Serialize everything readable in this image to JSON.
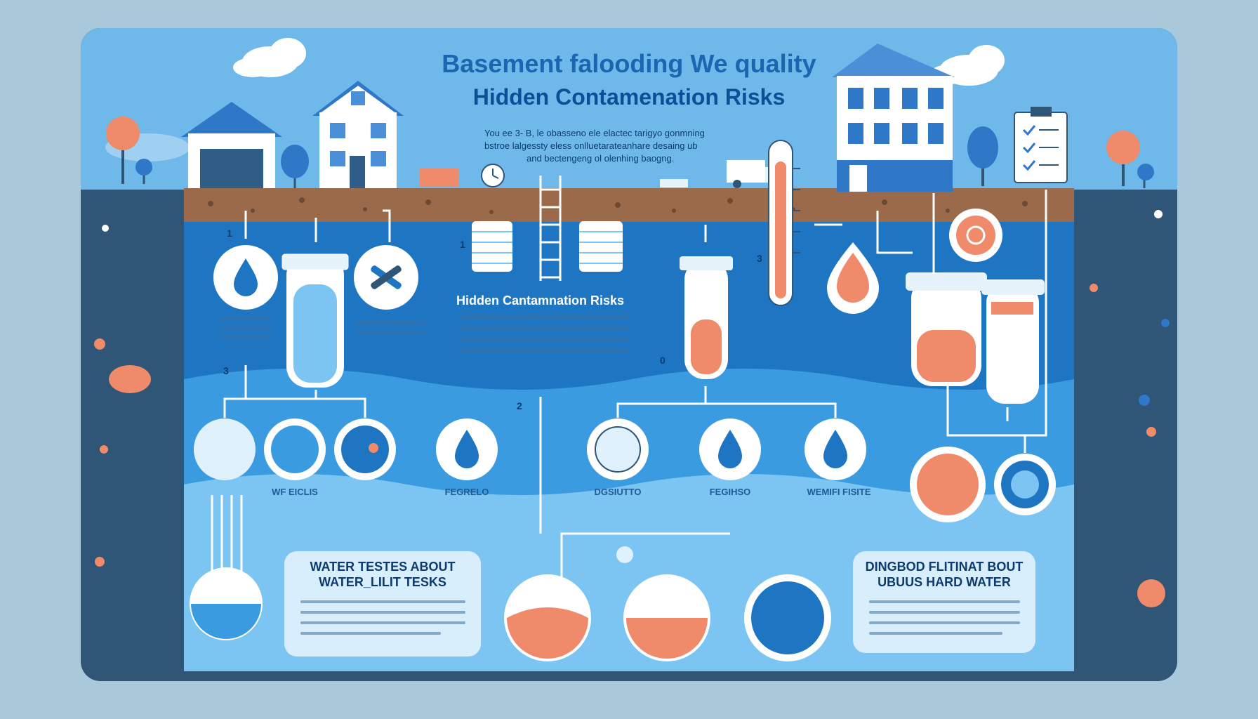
{
  "header": {
    "title_line1": "Basement falooding We quality",
    "title_line2": "Hidden Contamenation Risks",
    "intro_line1": "You ee 3- B, le obasseno ele elactec tarigyo gonmning",
    "intro_line2": "bstroe lalgessty eless onlluetarateanhare desaing ub",
    "intro_line3": "and bectengeng ol olenhing baogng."
  },
  "middle": {
    "subtitle": "Hidden Cantamnation Risks"
  },
  "labels": {
    "l1": "WF EICLIS",
    "l2": "FEGRELO",
    "l3": "DGSIUTTO",
    "l4": "FEGIHSO",
    "l5": "WEMIFI FISITE"
  },
  "steps": {
    "s1": "1",
    "s2": "1",
    "s3": "3",
    "s4": "3",
    "s5": "2",
    "s6": "0"
  },
  "boxes": {
    "left_title_line1": "WATER TESTES ABOUT",
    "left_title_line2": "WATER_LILIT TESKS",
    "right_title_line1": "DINGBOD FLITINAT BOUT",
    "right_title_line2": "UBUUS HARD WATER"
  },
  "colors": {
    "frame": "#2f5577",
    "sky": "#6fb9ea",
    "water_dark": "#1e76c3",
    "water_mid": "#3b9be0",
    "water_light": "#7cc4f1",
    "soil": "#9a6a4b",
    "accent_orange": "#ef8a6a",
    "white": "#ffffff"
  },
  "icons": [
    "cloud-icon",
    "house-icon",
    "water-drop-icon",
    "filter-cartridge-icon",
    "tools-icon",
    "thermometer-icon",
    "bacteria-icon",
    "clipboard-checklist-icon",
    "truck-icon",
    "clock-icon",
    "ladder-icon",
    "tree-icon"
  ]
}
